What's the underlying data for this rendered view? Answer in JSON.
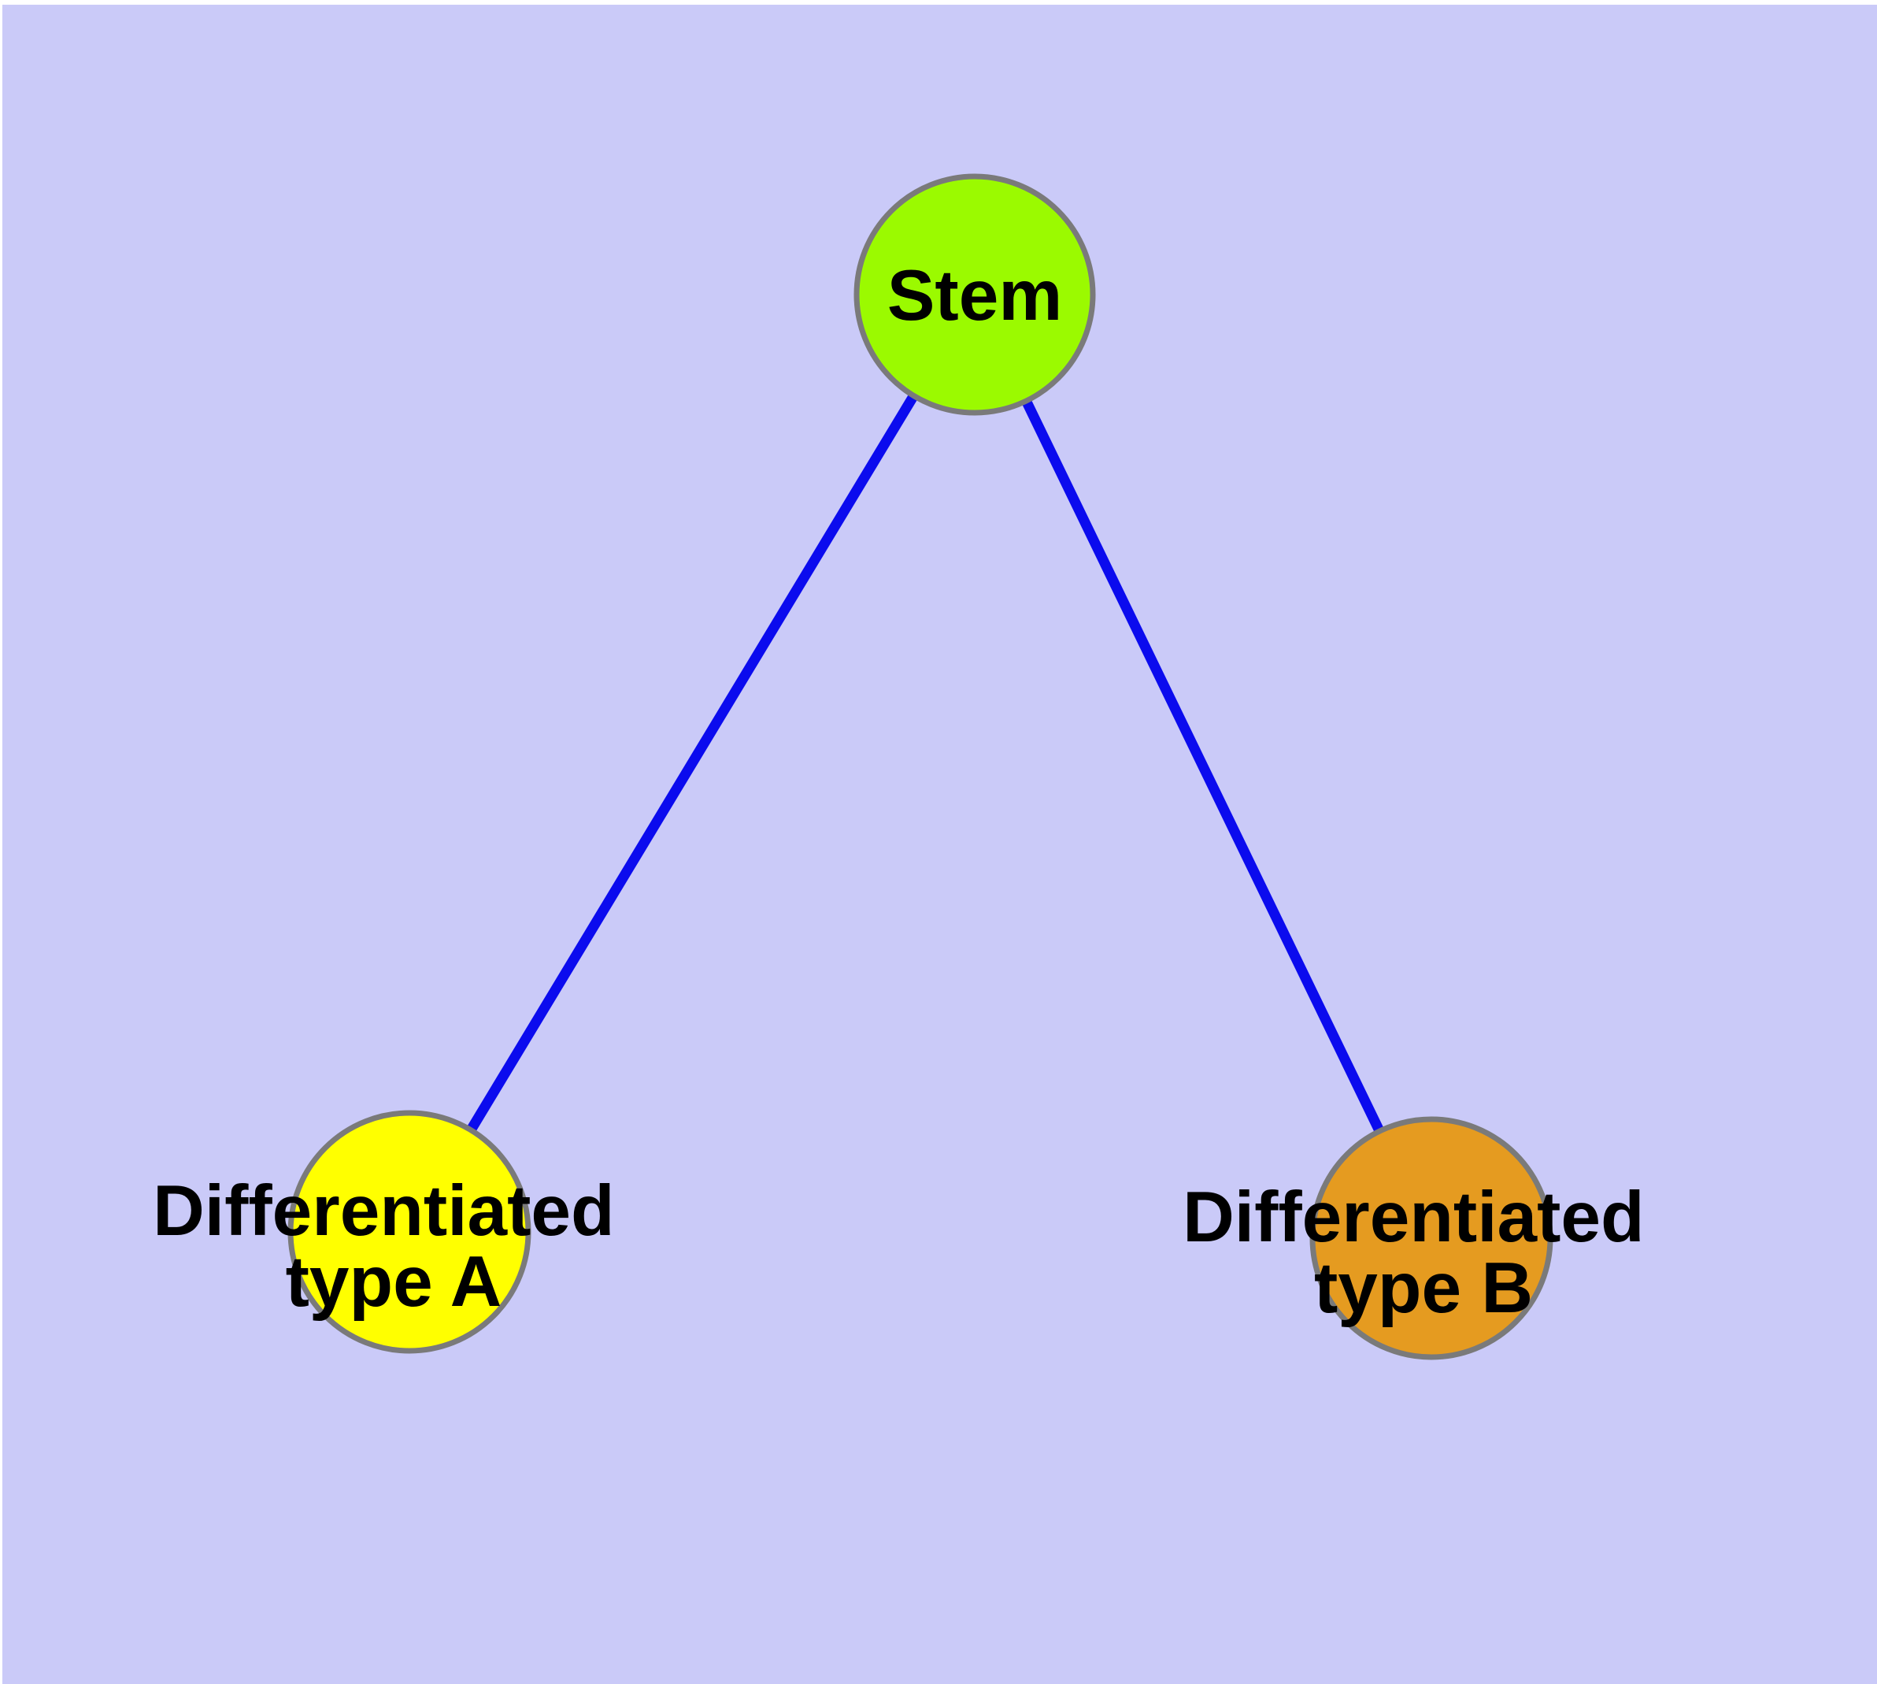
{
  "diagram": {
    "background_color": "#CACAF8",
    "page_margin_color": "#FFFFFF",
    "text_color": "#000000",
    "node_border_color": "#7A7A7A",
    "edge_color": "#0B0BEE",
    "nodes": [
      {
        "id": "stem",
        "label": "Stem",
        "fill": "#9BFA00"
      },
      {
        "id": "differentiated-type-a",
        "label_line1": "Differentiated",
        "label_line2": "type A",
        "fill": "#FFFF00"
      },
      {
        "id": "differentiated-type-b",
        "label_line1": "Differentiated",
        "label_line2": "type B",
        "fill": "#E59B20"
      }
    ],
    "edges": [
      {
        "from": "stem",
        "to": "differentiated-type-a"
      },
      {
        "from": "stem",
        "to": "differentiated-type-b"
      }
    ]
  }
}
